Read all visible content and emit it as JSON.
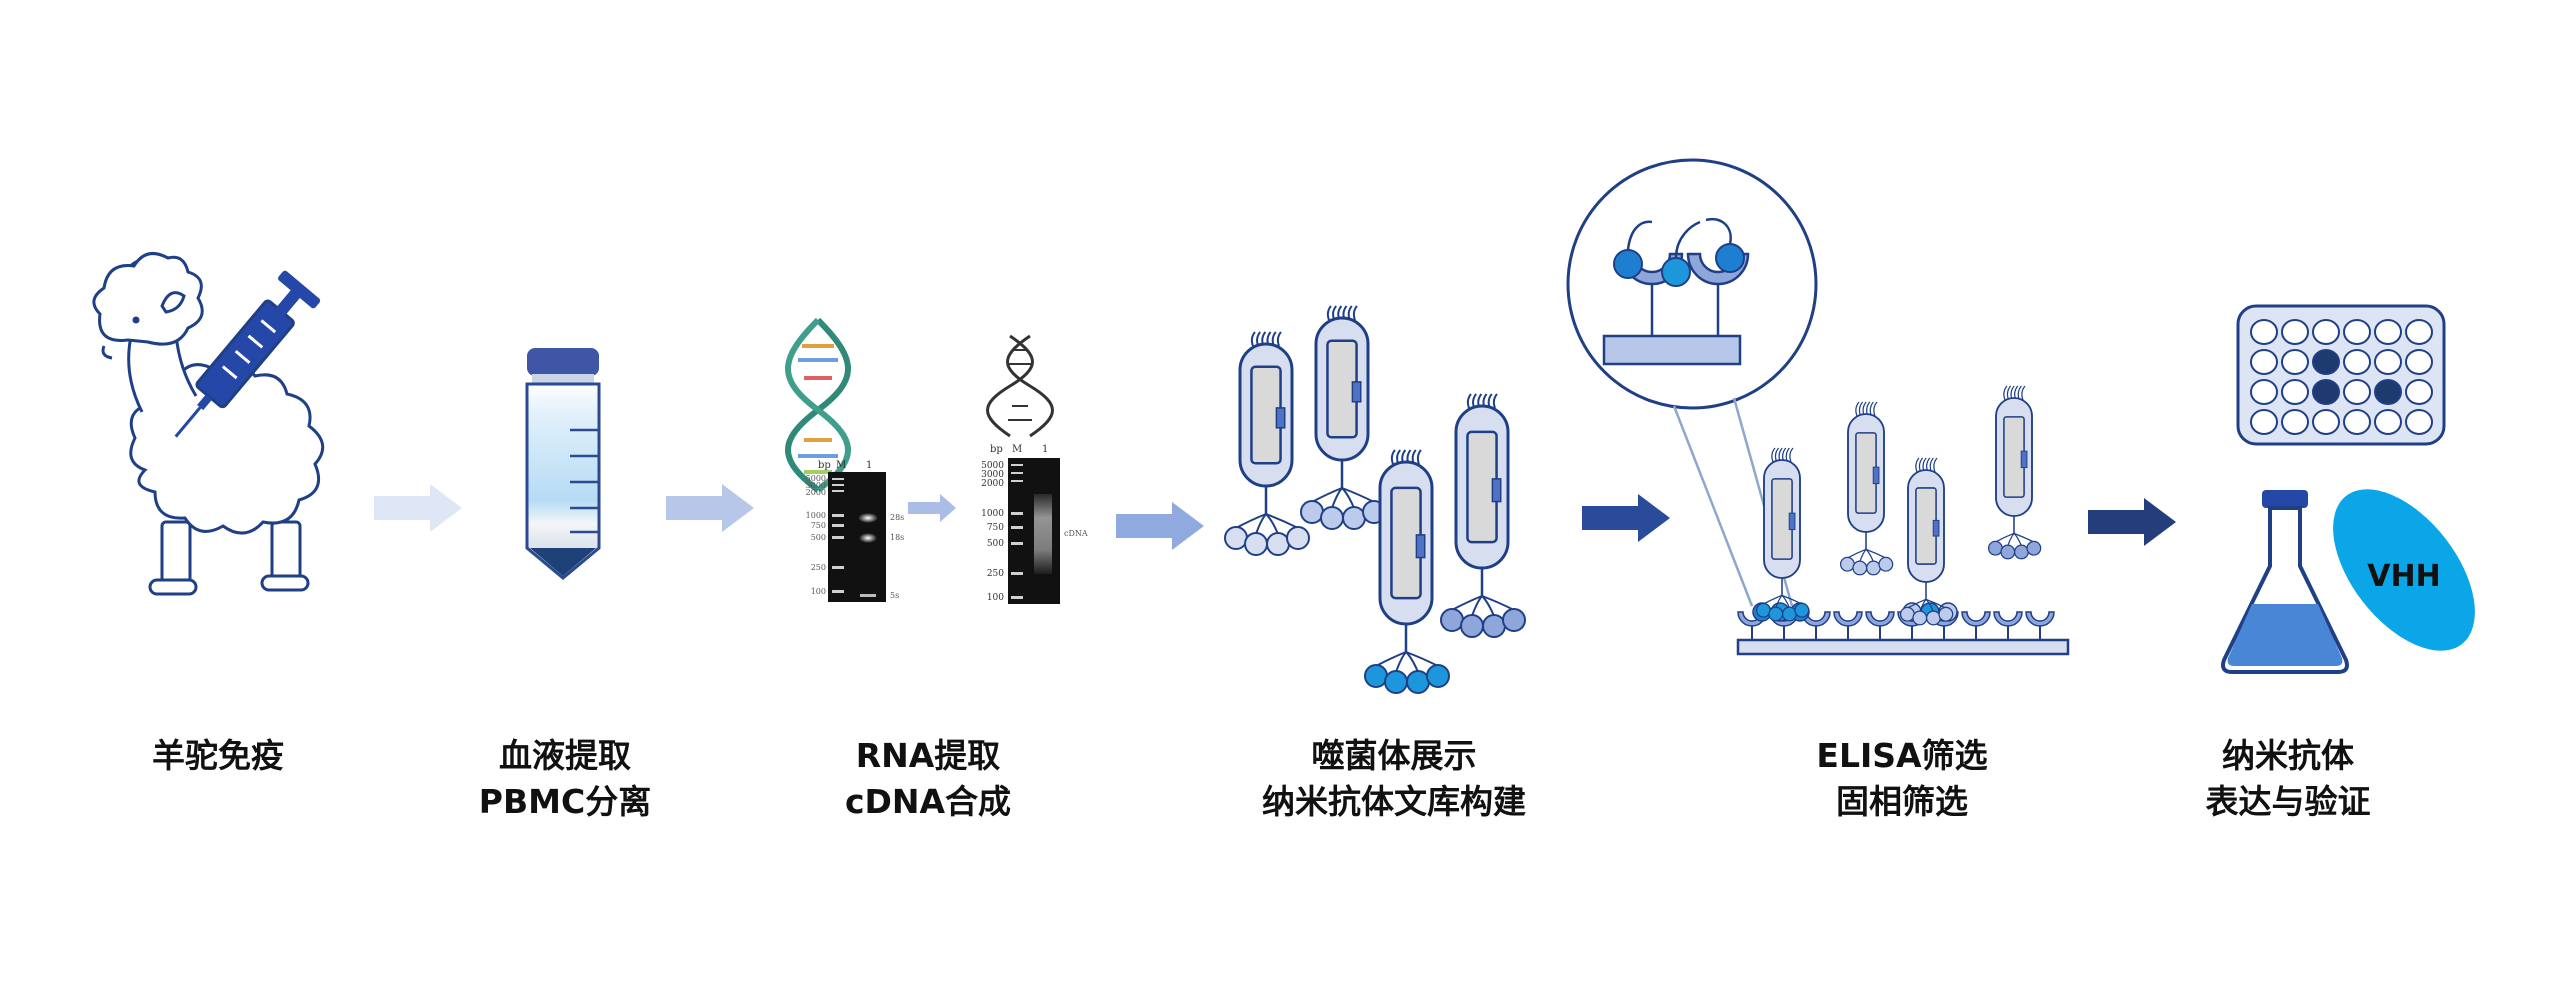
{
  "colors": {
    "outline": "#1f3f86",
    "syringe": "#2447a8",
    "arrow_1": "#dfe6f6",
    "arrow_2": "#b7c7ea",
    "arrow_3": "#a9bde6",
    "arrow_4": "#90a9de",
    "arrow_5": "#2a4a9a",
    "arrow_6": "#233e7a",
    "phage_body": "#d7def0",
    "phage_inner": "#d9d9d9",
    "bead_light": "#bccbeb",
    "bead_mid": "#8fa6db",
    "bead_bright": "#1e96dc",
    "vhh": "#0aa6e8",
    "flask_liquid": "#4a86d6",
    "tube_blue": "#bfe0f6",
    "label_text": "#111111"
  },
  "steps": [
    {
      "line1": "羊驼免疫",
      "line2": ""
    },
    {
      "line1": "血液提取",
      "line2": "PBMC分离"
    },
    {
      "line1": "RNA提取",
      "line2": "cDNA合成"
    },
    {
      "line1": "噬菌体展示",
      "line2": "纳米抗体文库构建"
    },
    {
      "line1": "ELISA筛选",
      "line2": "固相筛选"
    },
    {
      "line1": "纳米抗体",
      "line2": "表达与验证"
    }
  ],
  "gel_rna": {
    "lane_labels": [
      "M",
      "1"
    ],
    "unit": "bp",
    "ladder": [
      "5000",
      "3000",
      "2000",
      "1000",
      "750",
      "500",
      "250",
      "100"
    ],
    "bands": [
      "28s",
      "18s",
      "5s"
    ]
  },
  "gel_cdna": {
    "lane_labels": [
      "M",
      "1"
    ],
    "unit": "bp",
    "ladder": [
      "5000",
      "3000",
      "2000",
      "1000",
      "750",
      "500",
      "250",
      "100"
    ],
    "band": "cDNA"
  },
  "vhh_label": "VHH"
}
